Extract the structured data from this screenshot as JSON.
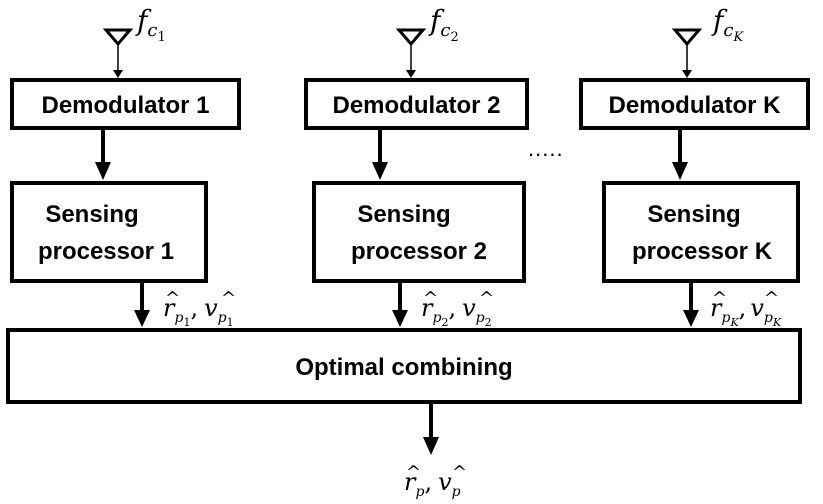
{
  "colors": {
    "stroke": "#000000",
    "fill": "#ffffff",
    "text": "#000000"
  },
  "branches": [
    {
      "antenna_symbol": "f",
      "antenna_sub": "c",
      "antenna_subsub": "1",
      "demodulator": "Demodulator 1",
      "processor_line1": "Sensing",
      "processor_line2": "processor 1",
      "output_sub": "1"
    },
    {
      "antenna_symbol": "f",
      "antenna_sub": "c",
      "antenna_subsub": "2",
      "demodulator": "Demodulator 2",
      "processor_line1": "Sensing",
      "processor_line2": "processor 2",
      "output_sub": "2"
    },
    {
      "antenna_symbol": "f",
      "antenna_sub": "c",
      "antenna_subsub": "K",
      "demodulator": "Demodulator K",
      "processor_line1": "Sensing",
      "processor_line2": "processor K",
      "output_sub": "K"
    }
  ],
  "ellipsis": ".....",
  "combiner": "Optimal combining",
  "estimate_r": "r",
  "estimate_v": "v",
  "estimate_sub": "p",
  "hat": "^",
  "comma": ","
}
